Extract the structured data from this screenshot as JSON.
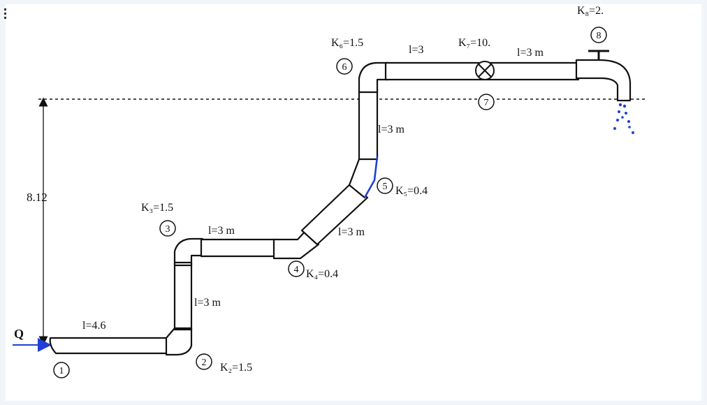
{
  "diagram": {
    "flow_label": "Q",
    "height_label": "8.12",
    "nodes": [
      "1",
      "2",
      "3",
      "4",
      "5",
      "6",
      "7",
      "8"
    ],
    "labels": {
      "k2": "K₂=1.5",
      "k3": "K₃=1.5",
      "k4": "K₄=0.4",
      "k5": "K₅=0.4",
      "k6": "K₆=1.5",
      "k7": "K₇=10.",
      "k8": "K₈=2."
    },
    "lengths": {
      "seg1": "l=4.6",
      "seg2": "l=3 m",
      "seg3": "l=3 m",
      "seg4": "l=3 m",
      "seg5": "l=3 m",
      "seg6": "l=3",
      "seg7": "l=3 m"
    },
    "colors": {
      "pipe_stroke": "#111111",
      "pipe_fill": "#ffffff",
      "flow_arrow": "#1f3fd6",
      "water": "#1f3fd6",
      "reference_line": "#111111"
    }
  }
}
